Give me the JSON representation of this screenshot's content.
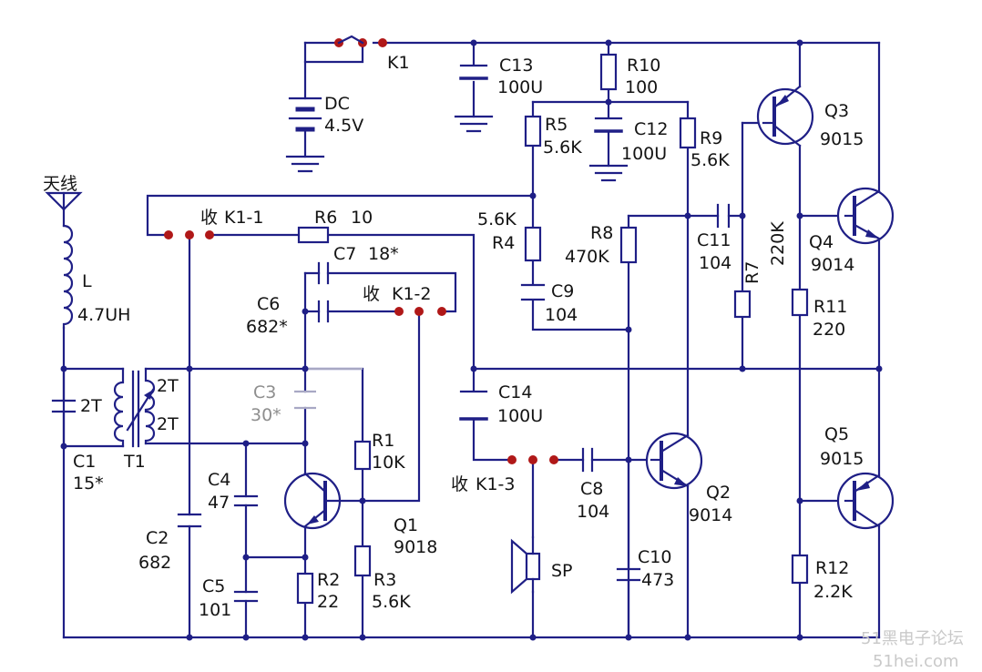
{
  "watermark": {
    "line1": "51黑电子论坛",
    "line2": "51hei.com"
  },
  "labels": {
    "antenna": "天线",
    "L": "L",
    "L_val": "4.7UH",
    "C1": "C1",
    "C1_val": "15*",
    "T1": "T1",
    "T1_2T_a": "2T",
    "T1_2T_b": "2T",
    "T1_2T_c": "2T",
    "C2": "C2",
    "C2_val": "682",
    "C3": "C3",
    "C3_val": "30*",
    "C4": "C4",
    "C4_val": "47",
    "C5": "C5",
    "C5_val": "101",
    "C6": "C6",
    "C6_val": "682*",
    "C7": "C7",
    "C7_val": "18*",
    "C8": "C8",
    "C8_val": "104",
    "C9": "C9",
    "C9_val": "104",
    "C10": "C10",
    "C10_val": "473",
    "C11": "C11",
    "C11_val": "104",
    "C12": "C12",
    "C12_val": "100U",
    "C13": "C13",
    "C13_val": "100U",
    "C14": "C14",
    "C14_val": "100U",
    "R1": "R1",
    "R1_val": "10K",
    "R2": "R2",
    "R2_val": "22",
    "R3": "R3",
    "R3_val": "5.6K",
    "R4": "R4",
    "R4_val": "5.6K",
    "R5": "R5",
    "R5_val": "5.6K",
    "R6": "R6",
    "R6_val": "10",
    "R7": "R7",
    "R7_val": "220K",
    "R8": "R8",
    "R8_val": "470K",
    "R9": "R9",
    "R9_val": "5.6K",
    "R10": "R10",
    "R10_val": "100",
    "R11": "R11",
    "R11_val": "220",
    "R12": "R12",
    "R12_val": "2.2K",
    "Q1": "Q1",
    "Q1_val": "9018",
    "Q2": "Q2",
    "Q2_val": "9014",
    "Q3": "Q3",
    "Q3_val": "9015",
    "Q4": "Q4",
    "Q4_val": "9014",
    "Q5": "Q5",
    "Q5_val": "9015",
    "K1": "K1",
    "K1_1": "K1-1",
    "K1_2": "K1-2",
    "K1_3": "K1-3",
    "shou": "收",
    "DC": "DC",
    "DC_val": "4.5V",
    "SP": "SP"
  }
}
